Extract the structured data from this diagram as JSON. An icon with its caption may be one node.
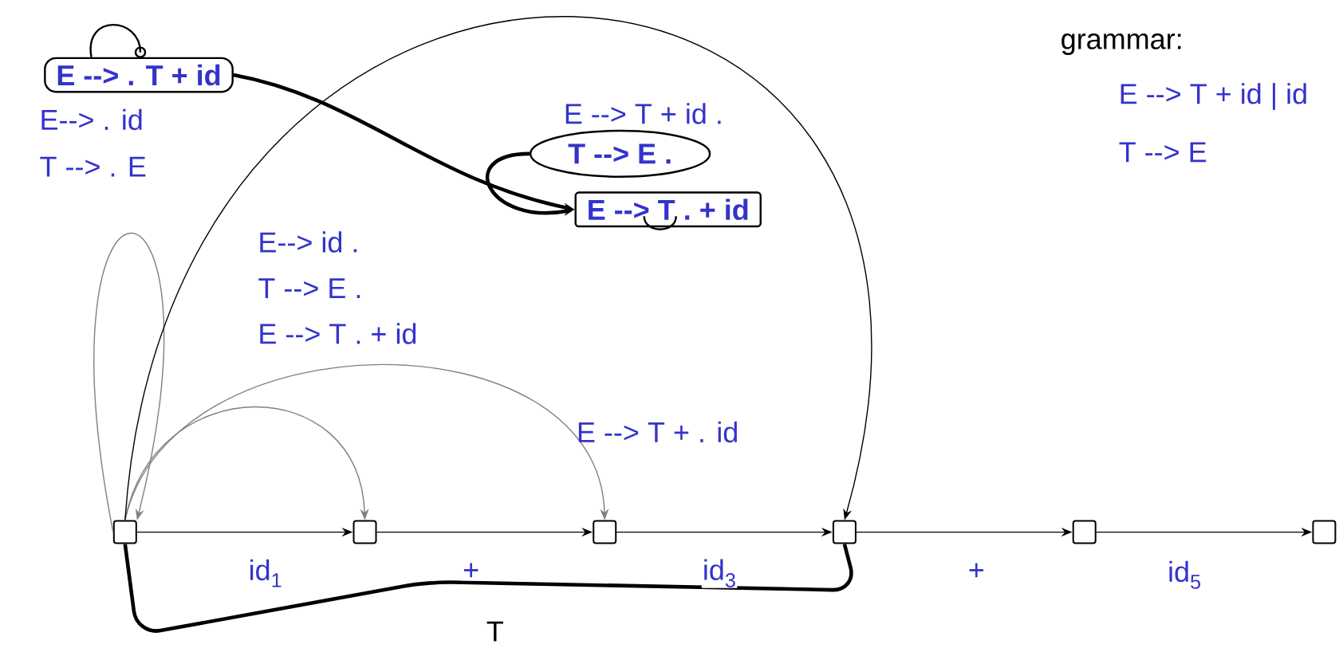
{
  "diagram": {
    "nodes": [
      {
        "text": [
          "E --> . T + id"
        ],
        "beside": [
          "E--> . id",
          "T --> . E"
        ]
      },
      {
        "text": [
          "T --> E ."
        ]
      },
      {
        "text": [
          "E --> T . + id"
        ]
      },
      {
        "text": [],
        "shape": "box"
      },
      {
        "text": [],
        "shape": "box"
      },
      {
        "text": [],
        "shape": "box"
      },
      {
        "text": [],
        "shape": "box"
      },
      {
        "text": [],
        "shape": "box"
      },
      {
        "text": [],
        "shape": "box"
      }
    ],
    "edges": [
      {
        "from": 0,
        "to": 2,
        "arrow": "to",
        "style": "thick"
      },
      {
        "from": 1,
        "to": 2,
        "arrow": "to",
        "style": "thick"
      },
      {
        "from": 3,
        "to": 4,
        "arrow": "to",
        "label": "id$_{1}$"
      },
      {
        "from": 4,
        "to": 5,
        "arrow": "to",
        "label": "+"
      },
      {
        "from": 5,
        "to": 6,
        "arrow": "to",
        "label": "id$_{3}$"
      },
      {
        "from": 6,
        "to": 7,
        "arrow": "to",
        "label": "+"
      },
      {
        "from": 7,
        "to": 8,
        "arrow": "to",
        "label": "id$_{5}$"
      },
      {
        "from": 3,
        "to": 3,
        "arrow": "to",
        "color": "#808080"
      },
      {
        "from": 3,
        "to": 4,
        "arrow": "to",
        "color": "#808080"
      },
      {
        "from": 3,
        "to": 5,
        "arrow": "to",
        "color": "#808080"
      },
      {
        "from": 3,
        "to": 6,
        "arrow": "to"
      },
      {
        "from": 3,
        "to": 6,
        "arrow": "none",
        "style": "thick",
        "label": "T"
      }
    ],
    "labels": [
      "E --> T + id .",
      "E--> id .",
      "T --> E .",
      "E --> T . + id",
      "E --> T + . id",
      "grammar:",
      "E --> T + id | id",
      "T --> E"
    ]
  }
}
